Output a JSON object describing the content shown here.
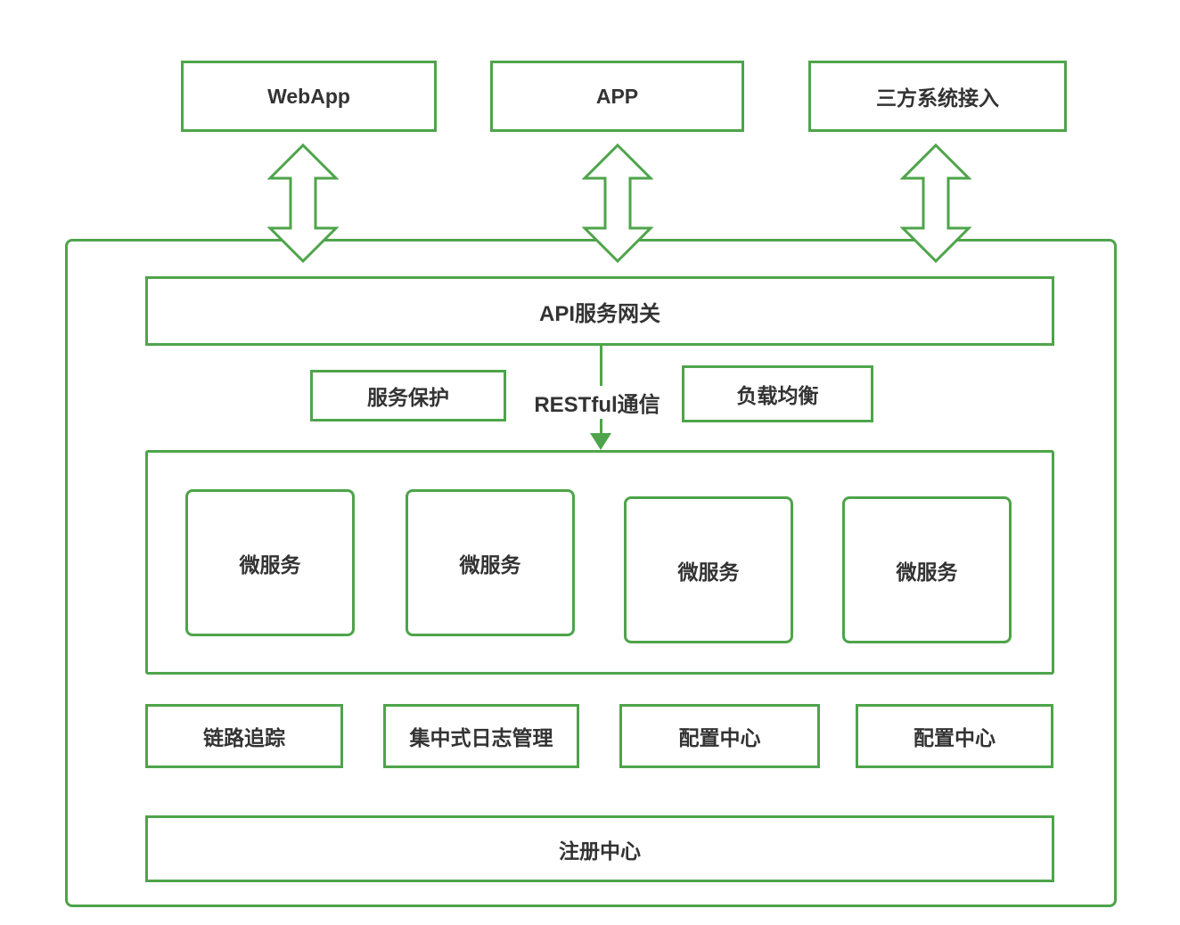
{
  "colors": {
    "accent": "#4ea44a",
    "text": "#333333",
    "background": "#ffffff"
  },
  "icons": {
    "double_arrow": "double-headed-vertical-arrow",
    "down_arrow": "filled-down-arrow"
  },
  "top_nodes": [
    {
      "label": "WebApp"
    },
    {
      "label": "APP"
    },
    {
      "label": "三方系统接入"
    }
  ],
  "gateway": {
    "label": "API服务网关"
  },
  "gateway_links": {
    "service_protection": "服务保护",
    "communication_label": "RESTful通信",
    "load_balancing": "负载均衡"
  },
  "microservices": {
    "items": [
      {
        "label": "微服务"
      },
      {
        "label": "微服务"
      },
      {
        "label": "微服务"
      },
      {
        "label": "微服务"
      }
    ]
  },
  "support_nodes": [
    {
      "label": "链路追踪"
    },
    {
      "label": "集中式日志管理"
    },
    {
      "label": "配置中心"
    },
    {
      "label": "配置中心"
    }
  ],
  "registry": {
    "label": "注册中心"
  }
}
